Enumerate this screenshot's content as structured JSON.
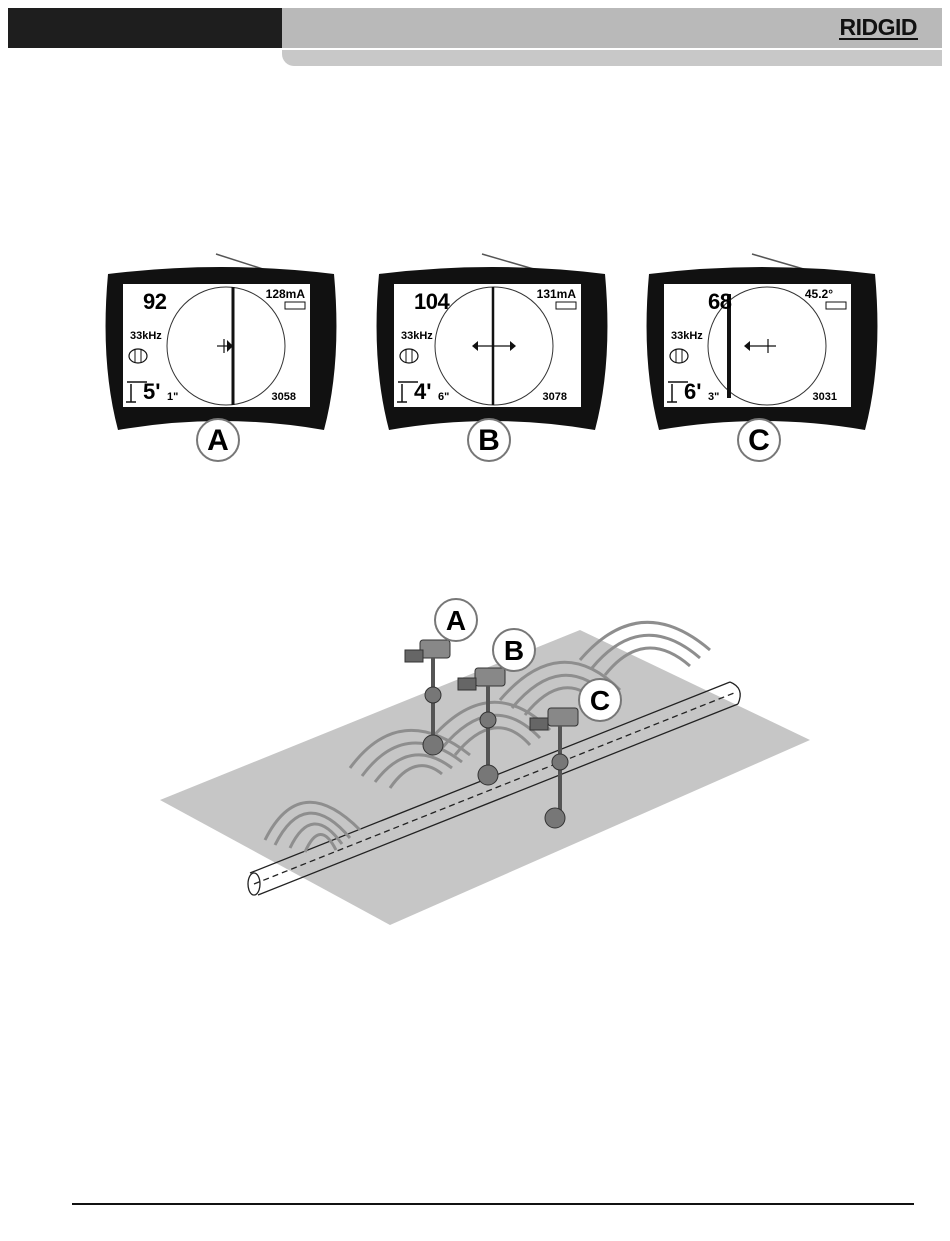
{
  "header": {
    "brand": "RIDGID"
  },
  "screens": [
    {
      "id": "A",
      "signal": "92",
      "current": "128mA",
      "frequency": "33kHz",
      "depth_ft": "5'",
      "depth_in": "1\"",
      "field": "3058"
    },
    {
      "id": "B",
      "signal": "104",
      "current": "131mA",
      "frequency": "33kHz",
      "depth_ft": "4'",
      "depth_in": "6\"",
      "field": "3078"
    },
    {
      "id": "C",
      "signal": "68",
      "current": "45.2°",
      "frequency": "33kHz",
      "depth_ft": "6'",
      "depth_in": "3\"",
      "field": "3031"
    }
  ],
  "scene": {
    "labels": [
      "A",
      "B",
      "C"
    ]
  }
}
